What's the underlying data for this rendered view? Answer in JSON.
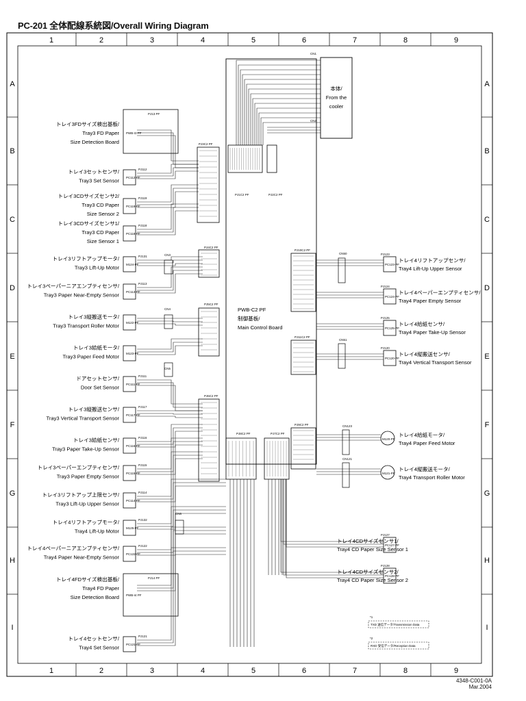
{
  "title": "PC-201 全体配線系統図/Overall Wiring Diagram",
  "doc_code": [
    "4348-C001-0A",
    "Mar.2004"
  ],
  "columns": [
    "1",
    "2",
    "3",
    "4",
    "5",
    "6",
    "7",
    "8",
    "9"
  ],
  "rows": [
    "A",
    "B",
    "C",
    "D",
    "E",
    "F",
    "G",
    "H",
    "I"
  ],
  "main_board": [
    "PWB-C2 PF",
    "制御基板/",
    "Main Control Board"
  ],
  "from_cooler": [
    "本体/",
    "From the",
    "cooler"
  ],
  "connectors": {
    "cn1": "CN1",
    "cn2": "CN2",
    "cn3": "CN3",
    "cn4": "CN4",
    "cn5": "CN5",
    "cn6": "CN6",
    "cn50": "CN50",
    "cn51": "CN51",
    "cn123": "CN123",
    "cn121": "CN121",
    "pj1c2": "PJ1C2 PF",
    "pj2c2": "PJ2C2 PF",
    "pj3c2": "PJ3C2 PF",
    "pj4c2": "PJ4C2 PF",
    "pj5c2": "PJ5C2 PF",
    "pj6c2": "PJ6C2 PF",
    "pj7c2": "PJ7C2 PF",
    "pj8c2": "PJ8C2 PF",
    "pj9c2": "PJ9C2 PF",
    "pj10c2": "PJ10C2 PF",
    "pj11c2": "PJ11C2 PF",
    "pwb_i3": "PWB-I3 PF",
    "pwb_i4": "PWB-I4 PF",
    "pj13": "PJ13 PF",
    "pj14": "PJ14 PF"
  },
  "left_components": [
    {
      "label": [
        "トレイ3FDサイズ検出基板/",
        "Tray3 FD Paper",
        "Size Detection Board"
      ]
    },
    {
      "label": [
        "トレイ3セットセンサ/",
        "Tray3 Set Sensor"
      ],
      "pj": "PJ112",
      "pc": "PC112-PF"
    },
    {
      "label": [
        "トレイ3CDサイズセンサ2/",
        "Tray3 CD Paper",
        "Size Sensor 2"
      ],
      "pj": "PJ119",
      "pc": "PC119-PF"
    },
    {
      "label": [
        "トレイ3CDサイズセンサ1/",
        "Tray3 CD Paper",
        "Size Sensor 1"
      ],
      "pj": "PJ118",
      "pc": "PC118-PF"
    },
    {
      "label": [
        "トレイ3リフトアップモータ/",
        "Tray3 Lift-Up Motor"
      ],
      "pj": "PJ131",
      "pc": "M124-PF"
    },
    {
      "label": [
        "トレイ3ペーパーニアエンプティセンサ/",
        "Tray3 Paper Near-Empty Sensor"
      ],
      "pj": "PJ113",
      "pc": "PC113-PF"
    },
    {
      "label": [
        "トレイ3縦搬送モータ/",
        "Tray3 Transport Roller Motor"
      ],
      "pj": "",
      "pc": "M122-PF"
    },
    {
      "label": [
        "トレイ3給紙モータ/",
        "Tray3 Paper Feed Motor"
      ],
      "pj": "",
      "pc": "M123-PF"
    },
    {
      "label": [
        "ドアセットセンサ/",
        "Door Set Sensor"
      ],
      "pj": "PJ111",
      "pc": "PC111-PF"
    },
    {
      "label": [
        "トレイ3縦搬送センサ/",
        "Tray3 Vertical Transport Sensor"
      ],
      "pj": "PJ117",
      "pc": "PC117-PF"
    },
    {
      "label": [
        "トレイ3給紙センサ/",
        "Tray3 Paper Take-Up Sensor"
      ],
      "pj": "PJ116",
      "pc": "PC116-PF"
    },
    {
      "label": [
        "トレイ3ペーパーエンプティセンサ/",
        "Tray3 Paper Empty Sensor"
      ],
      "pj": "PJ115",
      "pc": "PC115-PF"
    },
    {
      "label": [
        "トレイ3リフトアップ上限センサ/",
        "Tray3 Lift-Up Upper Sensor"
      ],
      "pj": "PJ114",
      "pc": "PC114-PF"
    },
    {
      "label": [
        "トレイ4リフトアップモータ/",
        "Tray4 Lift-Up Motor"
      ],
      "pj": "PJ132",
      "pc": "M125-PF"
    },
    {
      "label": [
        "トレイ4ペーパーニアエンプティセンサ/",
        "Tray4 Paper Near-Empty Sensor"
      ],
      "pj": "PJ122",
      "pc": "PC122-PF"
    },
    {
      "label": [
        "トレイ4FDサイズ検出基板/",
        "Tray4 FD Paper",
        "Size Detection Board"
      ]
    },
    {
      "label": [
        "トレイ4セットセンサ/",
        "Tray4 Set Sensor"
      ],
      "pj": "PJ121",
      "pc": "PC121-PF"
    }
  ],
  "right_components": [
    {
      "label": [
        "トレイ4リフトアップセンサ/",
        "Tray4 Lift-Up Upper Sensor"
      ],
      "pj": "PJ123",
      "pc": "PC123-PF"
    },
    {
      "label": [
        "トレイ4ペーパーエンプティセンサ/",
        "Tray4 Paper Empty Sensor"
      ],
      "pj": "PJ124",
      "pc": "PC124-PF"
    },
    {
      "label": [
        "トレイ4給紙センサ/",
        "Tray4 Paper Take-Up Sensor"
      ],
      "pj": "PJ125",
      "pc": "PC125-PF"
    },
    {
      "label": [
        "トレイ4縦搬送センサ/",
        "Tray4 Vertical Transport Sensor"
      ],
      "pj": "PJ120",
      "pc": "PC120-PF"
    },
    {
      "label": [
        "トレイ4給紙モータ/",
        "Tray4 Paper Feed Motor"
      ],
      "pj": "",
      "pc": "M120-PF"
    },
    {
      "label": [
        "トレイ4縦搬送モータ/",
        "Tray4 Transport Roller Motor"
      ],
      "pj": "",
      "pc": "M121-PF"
    },
    {
      "label": [
        "トレイ4CDサイズセンサ1/",
        "Tray4 CD Paper Size Sensor 1"
      ],
      "pj": "PJ127",
      "pc": "PC127-PF"
    },
    {
      "label": [
        "トレイ4CDサイズセンサ2/",
        "Tray4 CD Paper Size Sensor 2"
      ],
      "pj": "PJ128",
      "pc": "PC128-PF"
    }
  ],
  "notes": [
    {
      "mark": "*1",
      "text": "TXD 送信データ/Transmission Data"
    },
    {
      "mark": "*2",
      "text": "RXD 受信データ/Reception Data"
    }
  ]
}
